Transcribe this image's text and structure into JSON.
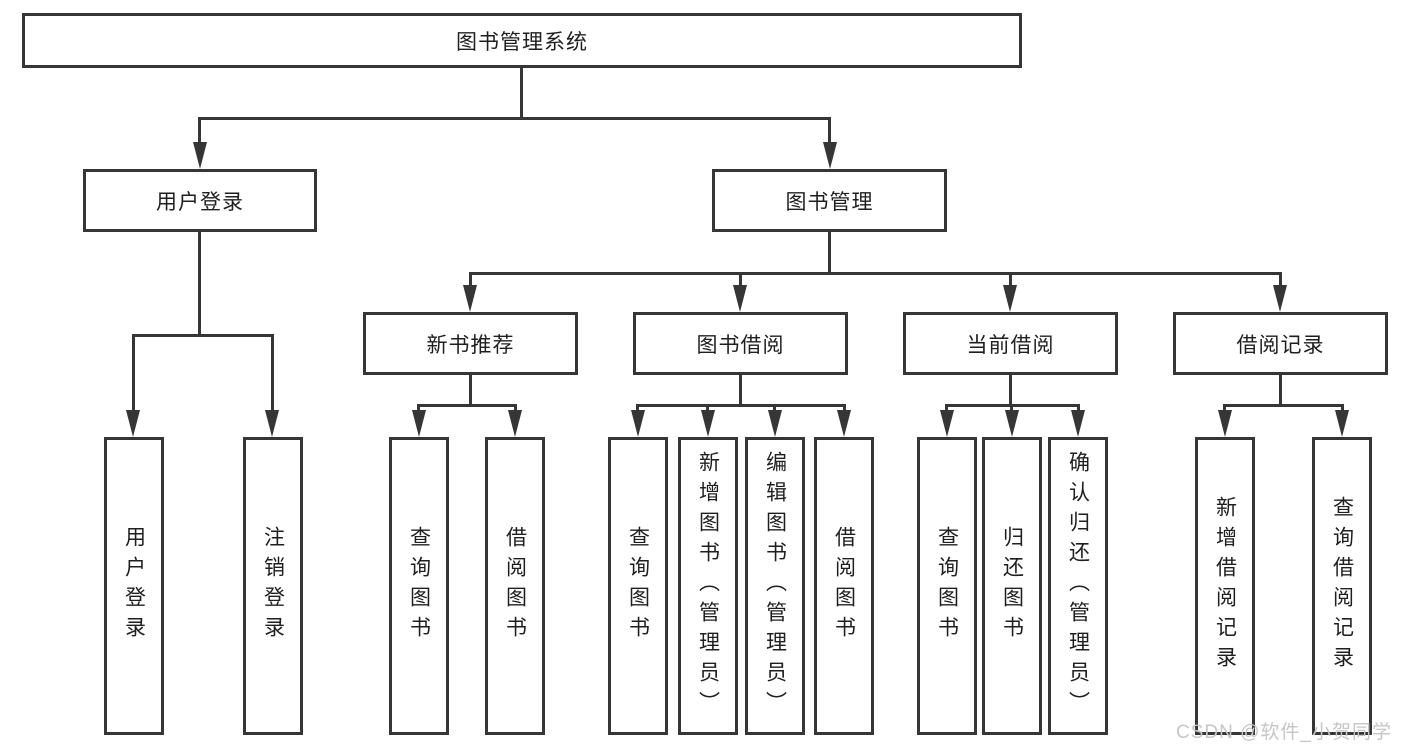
{
  "diagram": {
    "root": {
      "label": "图书管理系统",
      "children": [
        {
          "label": "用户登录",
          "children": [
            {
              "label": "用户登录"
            },
            {
              "label": "注销登录"
            }
          ]
        },
        {
          "label": "图书管理",
          "children": [
            {
              "label": "新书推荐",
              "children": [
                {
                  "label": "查询图书"
                },
                {
                  "label": "借阅图书"
                }
              ]
            },
            {
              "label": "图书借阅",
              "children": [
                {
                  "label": "查询图书"
                },
                {
                  "label": "新增图书（管理员）"
                },
                {
                  "label": "编辑图书（管理员）"
                },
                {
                  "label": "借阅图书"
                }
              ]
            },
            {
              "label": "当前借阅",
              "children": [
                {
                  "label": "查询图书"
                },
                {
                  "label": "归还图书"
                },
                {
                  "label": "确认归还（管理员）"
                }
              ]
            },
            {
              "label": "借阅记录",
              "children": [
                {
                  "label": "新增借阅记录"
                },
                {
                  "label": "查询借阅记录"
                }
              ]
            }
          ]
        }
      ]
    },
    "watermark": "CSDN @软件_小贺同学"
  }
}
